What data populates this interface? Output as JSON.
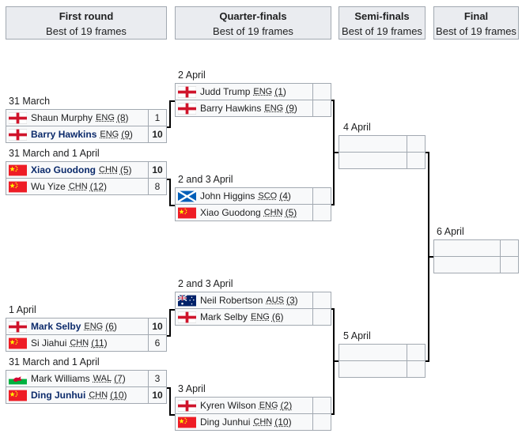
{
  "rounds": [
    {
      "title": "First round",
      "subtitle": "Best of 19 frames"
    },
    {
      "title": "Quarter-finals",
      "subtitle": "Best of 19 frames"
    },
    {
      "title": "Semi-finals",
      "subtitle": "Best of 19 frames"
    },
    {
      "title": "Final",
      "subtitle": "Best of 19 frames"
    }
  ],
  "first_round": [
    {
      "date": "31 March",
      "players": [
        {
          "name": "Shaun Murphy",
          "nat": "ENG",
          "seed": "(8)",
          "score": "1",
          "flag": "england",
          "winner": false
        },
        {
          "name": "Barry Hawkins",
          "nat": "ENG",
          "seed": "(9)",
          "score": "10",
          "flag": "england",
          "winner": true
        }
      ]
    },
    {
      "date": "31 March and 1 April",
      "players": [
        {
          "name": "Xiao Guodong",
          "nat": "CHN",
          "seed": "(5)",
          "score": "10",
          "flag": "china",
          "winner": true
        },
        {
          "name": "Wu Yize",
          "nat": "CHN",
          "seed": "(12)",
          "score": "8",
          "flag": "china",
          "winner": false
        }
      ]
    },
    {
      "date": "1 April",
      "players": [
        {
          "name": "Mark Selby",
          "nat": "ENG",
          "seed": "(6)",
          "score": "10",
          "flag": "england",
          "winner": true
        },
        {
          "name": "Si Jiahui",
          "nat": "CHN",
          "seed": "(11)",
          "score": "6",
          "flag": "china",
          "winner": false
        }
      ]
    },
    {
      "date": "31 March and 1 April",
      "players": [
        {
          "name": "Mark Williams",
          "nat": "WAL",
          "seed": "(7)",
          "score": "3",
          "flag": "wales",
          "winner": false
        },
        {
          "name": "Ding Junhui",
          "nat": "CHN",
          "seed": "(10)",
          "score": "10",
          "flag": "china",
          "winner": true
        }
      ]
    }
  ],
  "quarter_finals": [
    {
      "date": "2 April",
      "players": [
        {
          "name": "Judd Trump",
          "nat": "ENG",
          "seed": "(1)",
          "score": "",
          "flag": "england",
          "winner": false
        },
        {
          "name": "Barry Hawkins",
          "nat": "ENG",
          "seed": "(9)",
          "score": "",
          "flag": "england",
          "winner": false
        }
      ]
    },
    {
      "date": "2 and 3 April",
      "players": [
        {
          "name": "John Higgins",
          "nat": "SCO",
          "seed": "(4)",
          "score": "",
          "flag": "scotland",
          "winner": false
        },
        {
          "name": "Xiao Guodong",
          "nat": "CHN",
          "seed": "(5)",
          "score": "",
          "flag": "china",
          "winner": false
        }
      ]
    },
    {
      "date": "2 and 3 April",
      "players": [
        {
          "name": "Neil Robertson",
          "nat": "AUS",
          "seed": "(3)",
          "score": "",
          "flag": "australia",
          "winner": false
        },
        {
          "name": "Mark Selby",
          "nat": "ENG",
          "seed": "(6)",
          "score": "",
          "flag": "england",
          "winner": false
        }
      ]
    },
    {
      "date": "3 April",
      "players": [
        {
          "name": "Kyren Wilson",
          "nat": "ENG",
          "seed": "(2)",
          "score": "",
          "flag": "england",
          "winner": false
        },
        {
          "name": "Ding Junhui",
          "nat": "CHN",
          "seed": "(10)",
          "score": "",
          "flag": "china",
          "winner": false
        }
      ]
    }
  ],
  "semi_finals": [
    {
      "date": "4 April"
    },
    {
      "date": "5 April"
    }
  ],
  "final": {
    "date": "6 April"
  },
  "colors": {
    "header_bg": "#eaecf0",
    "cell_bg": "#f8f9fa",
    "border": "#a2a9b1",
    "winner_text": "#0b2a6b"
  }
}
